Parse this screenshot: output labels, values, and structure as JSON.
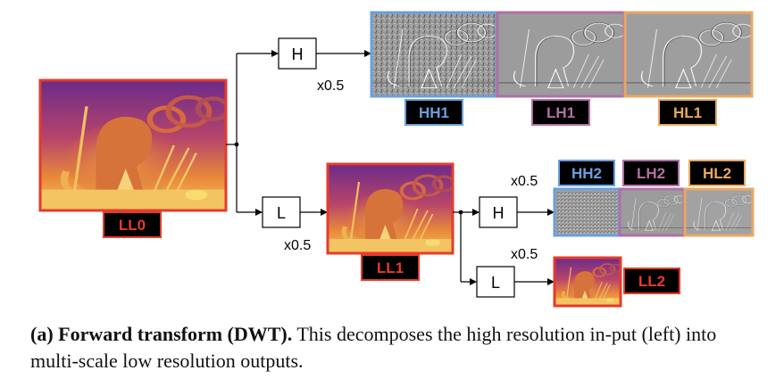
{
  "diagram": {
    "filter_high": "H",
    "filter_low": "L",
    "scale": "x0.5",
    "labels": {
      "ll0": "LL0",
      "ll1": "LL1",
      "ll2": "LL2",
      "hh1": "HH1",
      "lh1": "LH1",
      "hl1": "HL1",
      "hh2": "HH2",
      "lh2": "LH2",
      "hl2": "HL2"
    },
    "colors": {
      "hh": "#6a9fdc",
      "lh": "#b070a6",
      "hl": "#e8a863",
      "ll": "#e53b2c",
      "label_bg": "#000000",
      "line": "#000000"
    }
  },
  "caption": {
    "bold": "(a) Forward transform (DWT).",
    "text": " This decomposes the high resolution in-put (left) into multi-scale low resolution outputs."
  }
}
